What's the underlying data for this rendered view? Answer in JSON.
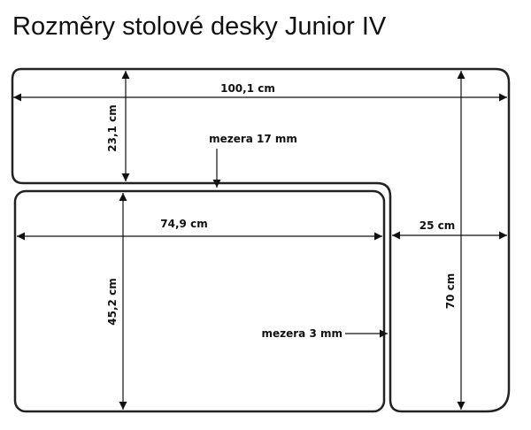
{
  "title": "Rozměry stolové desky Junior IV",
  "dimensions": {
    "top_width": "100,1 cm",
    "top_depth": "23,1 cm",
    "gap_top": "mezera 17 mm",
    "main_width": "74,9 cm",
    "main_depth": "45,2 cm",
    "gap_side": "mezera 3 mm",
    "side_width": "25 cm",
    "side_height": "70 cm"
  }
}
